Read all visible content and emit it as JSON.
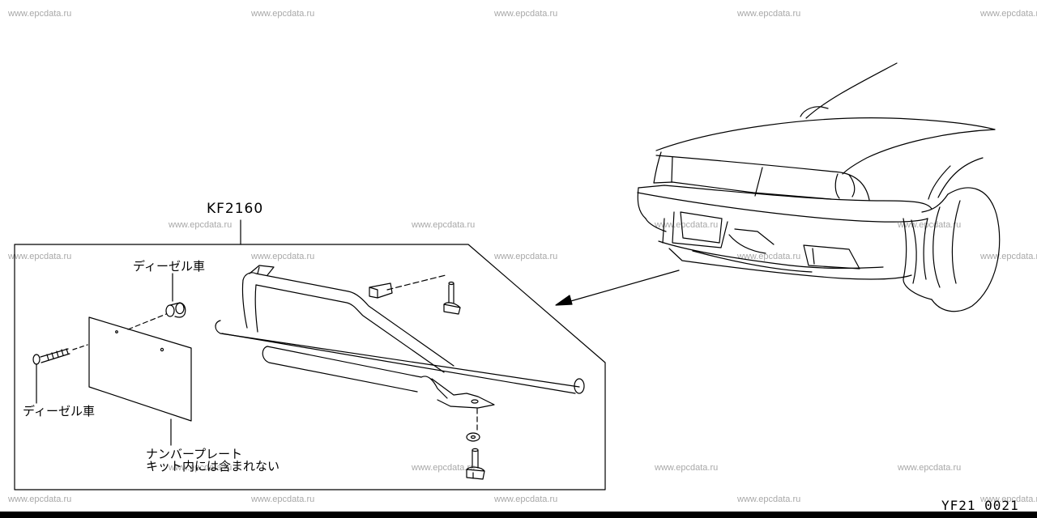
{
  "watermark": "www.epcdata.ru",
  "part_code": "KF2160",
  "labels": {
    "diesel_top": "ディーゼル車",
    "diesel_left": "ディーゼル車",
    "number_plate_line1": "ナンバープレート",
    "number_plate_line2": "キット内には含まれない"
  },
  "figure_id": "YF21 0021"
}
